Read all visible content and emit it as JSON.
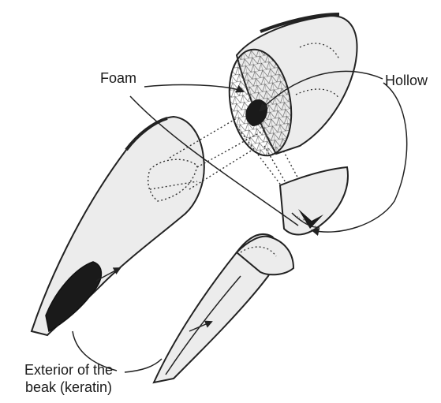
{
  "labels": {
    "foam": "Foam",
    "hollow": "Hollow",
    "exterior_line1": "Exterior of the",
    "exterior_line2": "beak (keratin)"
  },
  "colors": {
    "outline": "#222222",
    "fill": "#ececec",
    "dark": "#1a1a1a",
    "foam_mesh": "#555555"
  }
}
